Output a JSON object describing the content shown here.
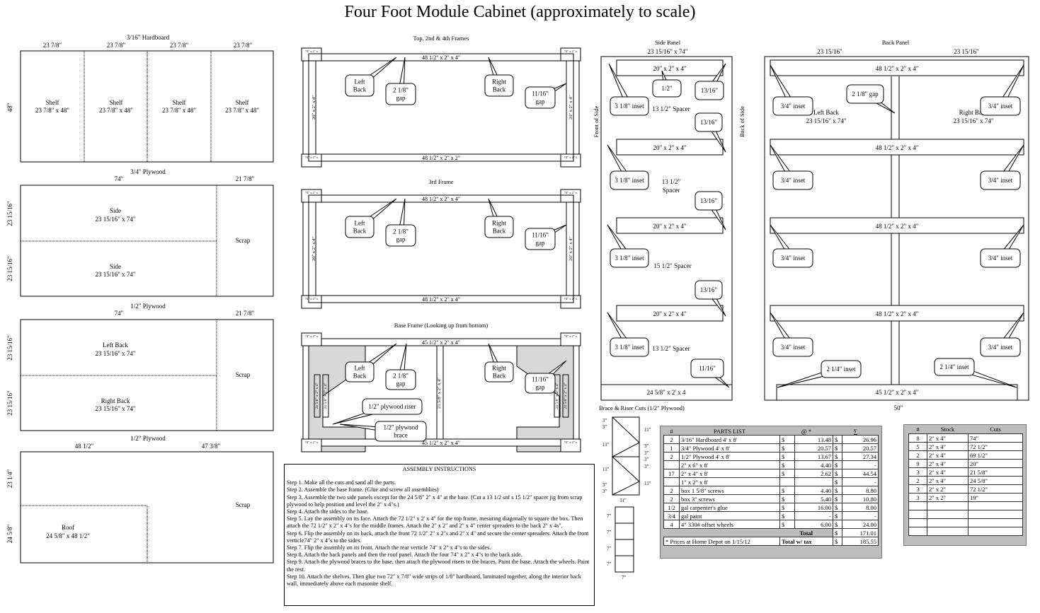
{
  "title": "Four Foot Module Cabinet  (approximately to scale)",
  "sheets": {
    "hardboard": {
      "label": "3/16\" Hardboard",
      "cols": [
        "23 7/8\"",
        "23 7/8\"",
        "23 7/8\"",
        "23 7/8\""
      ],
      "side": "48\"",
      "shelf_title": "Shelf",
      "shelf_dim": "23 7/8\" x 48\""
    },
    "ply34": {
      "label": "3/4\" Plywood",
      "top_left": "74\"",
      "top_right": "21 7/8\"",
      "side_a": "23 15/16\"",
      "side_b": "23 15/16\"",
      "piece1_title": "Side",
      "piece1_dim": "23 15/16\" x 74\"",
      "piece2_title": "Side",
      "piece2_dim": "23 15/16\" x 74\"",
      "scrap": "Scrap"
    },
    "ply12a": {
      "label": "1/2\" Plywood",
      "top_left": "74\"",
      "top_right": "21 7/8\"",
      "side_a": "23 15/16\"",
      "side_b": "23 15/16\"",
      "piece1_title": "Left Back",
      "piece1_dim": "23 15/16\" x 74\"",
      "piece2_title": "Right Back",
      "piece2_dim": "23 15/16\" x 74\"",
      "scrap": "Scrap"
    },
    "ply12b": {
      "label": "1/2\" Plywood",
      "top_left": "48 1/2\"",
      "top_right": "47 3/8\"",
      "side_a": "23 1/4\"",
      "side_b": "24 5/8\"",
      "piece_title": "Roof",
      "piece_dim": "24 5/8\" x 48 1/2\"",
      "scrap": "Scrap"
    }
  },
  "frames": {
    "top": {
      "title": "Top, 2nd & 4th Frames",
      "top_rail": "48 1/2\" x 2\" x 4\"",
      "bottom_rail": "48 1/2\" x 2\" x 2\"",
      "side": "20\" x 2\" x 4\""
    },
    "third": {
      "title": "3rd Frame",
      "top_rail": "48 1/2\" x 2\" x 4\"",
      "bottom_rail": "48 1/2\" x 2\" x 4\"",
      "side": "20\" x 2\" x 4\""
    },
    "base": {
      "title": "Base Frame    (Looking up from bottom)",
      "top_rail": "45 1/2\" x 2\" x 4\"",
      "bottom_rail": "45 1/2\" x 2\" x 4\"",
      "center": "21 5/8\" x 2\" x 4\"",
      "side": "24 5/8\" x 2\" x 4\"",
      "riser": "1/2\" plywood riser",
      "brace": "1/2\" plywood brace"
    },
    "corner": "74\" x 2\" x",
    "left_back": "Left Back",
    "right_back": "Right Back",
    "gap_218": "2 1/8\" gap",
    "gap_1116": "11/16\" gap"
  },
  "side_panel": {
    "title": "Side Panel",
    "dim": "23 15/16\" x 74\"",
    "front": "Front of Side",
    "back": "Back of Side",
    "rail": "20\" x 2\" x 4\"",
    "bottom": "24 5/8\" x 2' x 4",
    "inset": "3 1/8\" inset",
    "half": "1/2\"",
    "gap13": "13/16\"",
    "gap11": "11/16\"",
    "spacer1": "13 1/2\" Spacer",
    "spacer2_a": "13 1/2\"",
    "spacer2_b": "Spacer",
    "spacer3": "15 1/2\" Spacer",
    "spacer4": "13 1/2\" Spacer"
  },
  "back_panel": {
    "title": "Back Panel",
    "dim_left": "23 15/16\"",
    "dim_right": "23 15/16\"",
    "rail": "48 1/2\" x 2\" x 4\"",
    "bottom": "45 1/2\" x 2\" x 4\"",
    "inset": "3/4\" inset",
    "gap": "2 1/8\" gap",
    "inset_bottom": "2 1/4\" inset",
    "left_title": "Left Back",
    "left_dim": "23 15/16\" x 74\"",
    "right_title": "Right Back",
    "right_dim": "23 15/16\" x 74\"",
    "width": "50\""
  },
  "brace": {
    "title": "Brace & Riser Cuts  (1/2\" Plywood)",
    "d3": "3\"",
    "d11": "11\"",
    "d7": "7\""
  },
  "assembly": {
    "title": "ASSEMBLY INSTRUCTIONS",
    "steps": [
      "Step 1.  Make all the cuts and sand all the parts.",
      "Step 2.  Assemble the base frame.  (Glue and screw all assemblies)",
      "Step 3.  Assemble the two side panels except for the 24 5/8\" 2\" x 4\" at the base.  (Cut a 13 1/2 snf s 15 1/2\" spacer jig from scrap plywood to help position and level the 2\" x 4\"s.)",
      "Step 4.  Attach the sides to the base.",
      "Step 5.  Lay the assembly on its face.  Attach the 72 1/2\" x 2' x 4\" for the top frame, mesuring diagonally to square the box.  Then attach the 72 1/2\" x 2\" x 4\"s for the middle frames.  Attach the 2\" x 2\" and 2\" x 4\" center spreaders to the back 2\" x 4s\".",
      "Step 6.  Flip the assembly on its back, attach the front 72 1/2\" 2\" x 2\"s and 2\" x 4\" and secure the center spreaders.  Attach the front verticle74\" 2\" x 4\"s to the sides.",
      "Step 7.  Flip the assembly on its front.  Attach the rear verticle 74\" x 2\" x 4\"s to the sides.",
      "Step 8.  Attach the back panels and then the roof panel.  Attach the four 74\" x 2\" x 4\"s to the back side.",
      "Step 9.  Attach the plywood braces to the base, then attach the plywood risers to the braces.  Paint the base.  Attach the wheels.  Paint the rest.",
      "Step 10.  Attach the shelves.  Then glue two 72\" x 7/8\" wide strips of 1/8\" hardboard, laminated together, along the interior back wall, immediately above each masonite shelf."
    ]
  },
  "parts_list": {
    "headers": [
      "#",
      "PARTS LIST",
      "@ *",
      "∑"
    ],
    "rows": [
      {
        "n": "2",
        "item": "3/16\"  Hardboard 4' x 8'",
        "s1": "$",
        "at": "13.48",
        "s2": "$",
        "sum": "26.96"
      },
      {
        "n": "1",
        "item": "3/4\"  Plywood 4' x 8'",
        "s1": "$",
        "at": "20.57",
        "s2": "$",
        "sum": "20.57"
      },
      {
        "n": "2",
        "item": "1/2\"  Plywood 4' x 8'",
        "s1": "$",
        "at": "13.67",
        "s2": "$",
        "sum": "27.34"
      },
      {
        "n": "",
        "item": "2\" x 6\" x 8'",
        "s1": "$",
        "at": "4.40",
        "s2": "$",
        "sum": "-"
      },
      {
        "n": "17",
        "item": "2\" x 4\" x 8'",
        "s1": "$",
        "at": "2.62",
        "s2": "$",
        "sum": "44.54"
      },
      {
        "n": "",
        "item": "1\" x 2\" x 8'",
        "s1": "",
        "at": "",
        "s2": "$",
        "sum": "-"
      },
      {
        "n": "2",
        "item": "box 1 5/8\" screws",
        "s1": "$",
        "at": "4.40",
        "s2": "$",
        "sum": "8.80"
      },
      {
        "n": "2",
        "item": "box 3\" screws",
        "s1": "$",
        "at": "5.40",
        "s2": "$",
        "sum": "10.80"
      },
      {
        "n": "1/2",
        "item": "gal carpenter's glue",
        "s1": "$",
        "at": "16.00",
        "s2": "$",
        "sum": "8.00"
      },
      {
        "n": "3/4",
        "item": "gal paint",
        "s1": "$",
        "at": "-",
        "s2": "$",
        "sum": "-"
      },
      {
        "n": "4",
        "item": "4\" 330# offset wheels",
        "s1": "$",
        "at": "6.00",
        "s2": "$",
        "sum": "24.00"
      }
    ],
    "total_label": "Total",
    "total": "171.01",
    "note": "*  Prices at Home Depot on 1/15/12",
    "tax_label": "Total w/ tax",
    "tax_total": "185.55",
    "dollar": "$"
  },
  "stock_list": {
    "headers": [
      "#",
      "Stock",
      "Cuts"
    ],
    "rows": [
      {
        "n": "8",
        "stock": "2\" x 4\"",
        "cut": "74\""
      },
      {
        "n": "5",
        "stock": "2\" x 4\"",
        "cut": "72 1/2\""
      },
      {
        "n": "2",
        "stock": "2\" x 4\"",
        "cut": "69 1/2\""
      },
      {
        "n": "9",
        "stock": "2\" x 4\"",
        "cut": "20\""
      },
      {
        "n": "3",
        "stock": "2\" x 4\"",
        "cut": "21 5/8\""
      },
      {
        "n": "2",
        "stock": "2\" x 4\"",
        "cut": "24 5/8\""
      },
      {
        "n": "3",
        "stock": "2\" x 2\"",
        "cut": "72 1/2\""
      },
      {
        "n": "3",
        "stock": "2\" x 2\"",
        "cut": "19\""
      },
      {
        "n": "",
        "stock": "",
        "cut": ""
      },
      {
        "n": "",
        "stock": "",
        "cut": ""
      },
      {
        "n": "",
        "stock": "",
        "cut": ""
      },
      {
        "n": "",
        "stock": "",
        "cut": ""
      }
    ]
  }
}
